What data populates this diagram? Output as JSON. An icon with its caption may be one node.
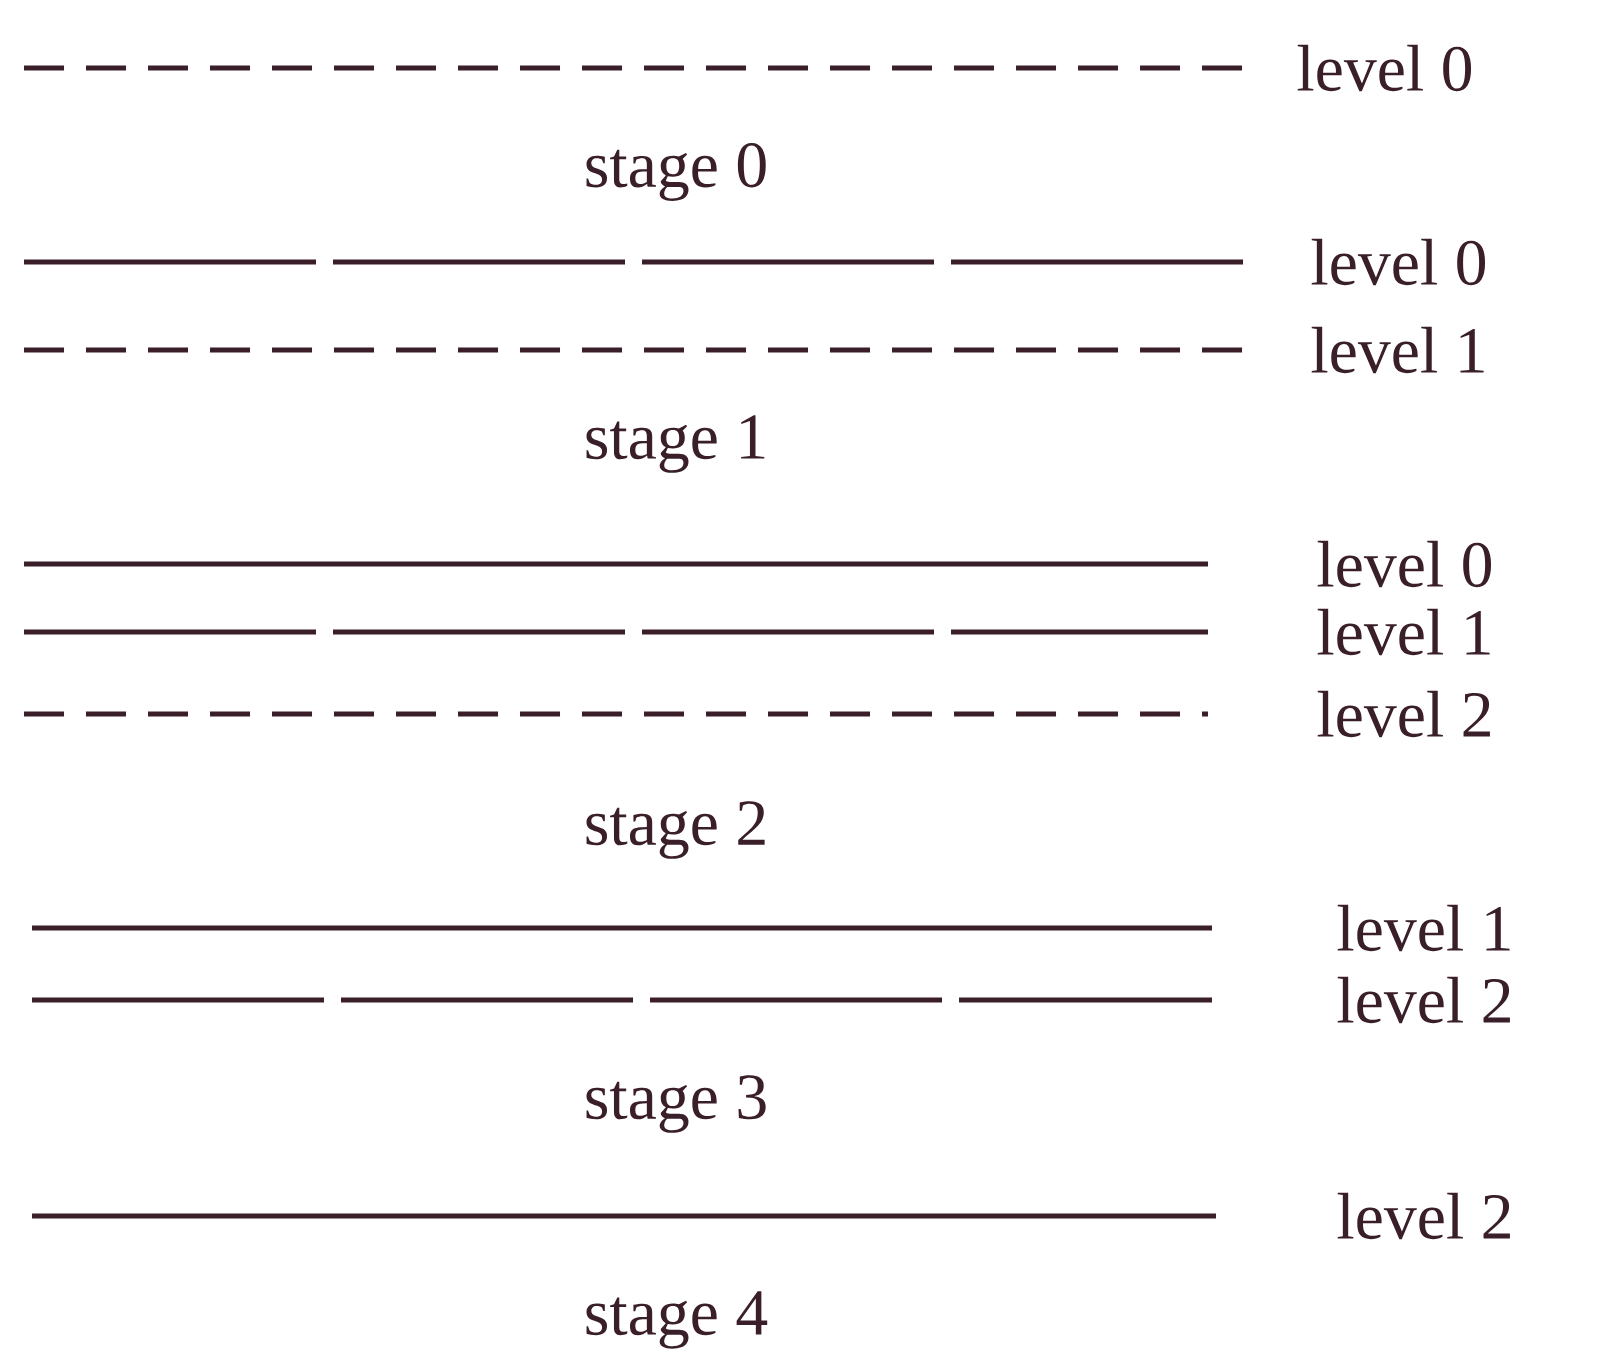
{
  "diagram": {
    "labels": [
      "level 0",
      "stage 0",
      "level 0",
      "level 1",
      "stage 1",
      "level 0",
      "level 1",
      "level 2",
      "stage 2",
      "level 1",
      "level 2",
      "stage 3",
      "level 2",
      "stage 4"
    ]
  }
}
